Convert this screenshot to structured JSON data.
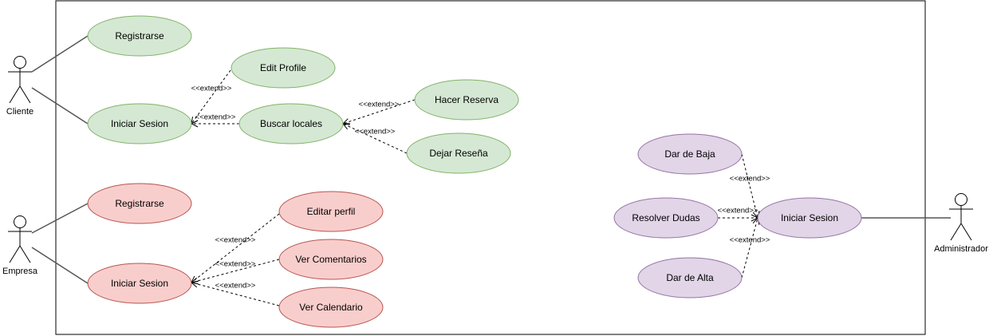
{
  "colors": {
    "green_fill": "#d5e8d4",
    "green_stroke": "#82b366",
    "red_fill": "#f8cecc",
    "red_stroke": "#b85450",
    "purple_fill": "#e1d5e7",
    "purple_stroke": "#9673a6",
    "line": "#000000",
    "association": "#555555"
  },
  "actors": [
    {
      "id": "cliente",
      "label": "Cliente"
    },
    {
      "id": "empresa",
      "label": "Empresa"
    },
    {
      "id": "administrador",
      "label": "Administrador"
    }
  ],
  "use_cases": [
    {
      "id": "c_registrarse",
      "label": "Registrarse",
      "color": "green"
    },
    {
      "id": "c_iniciar",
      "label": "Iniciar Sesion",
      "color": "green"
    },
    {
      "id": "c_edit_profile",
      "label": "Edit Profile",
      "color": "green"
    },
    {
      "id": "c_buscar",
      "label": "Buscar locales",
      "color": "green"
    },
    {
      "id": "c_reserva",
      "label": "Hacer Reserva",
      "color": "green"
    },
    {
      "id": "c_resena",
      "label": "Dejar Reseña",
      "color": "green"
    },
    {
      "id": "e_registrarse",
      "label": "Registrarse",
      "color": "red"
    },
    {
      "id": "e_iniciar",
      "label": "Iniciar Sesion",
      "color": "red"
    },
    {
      "id": "e_editar",
      "label": "Editar perfil",
      "color": "red"
    },
    {
      "id": "e_comentarios",
      "label": "Ver Comentarios",
      "color": "red"
    },
    {
      "id": "e_calendario",
      "label": "Ver Calendario",
      "color": "red"
    },
    {
      "id": "a_baja",
      "label": "Dar de Baja",
      "color": "purple"
    },
    {
      "id": "a_dudas",
      "label": "Resolver Dudas",
      "color": "purple"
    },
    {
      "id": "a_alta",
      "label": "Dar de Alta",
      "color": "purple"
    },
    {
      "id": "a_iniciar",
      "label": "Iniciar Sesion",
      "color": "purple"
    }
  ],
  "associations": [
    {
      "actor": "cliente",
      "use_case": "c_registrarse"
    },
    {
      "actor": "cliente",
      "use_case": "c_iniciar"
    },
    {
      "actor": "empresa",
      "use_case": "e_registrarse"
    },
    {
      "actor": "empresa",
      "use_case": "e_iniciar"
    },
    {
      "actor": "administrador",
      "use_case": "a_iniciar"
    }
  ],
  "extends": [
    {
      "from": "c_edit_profile",
      "to": "c_iniciar",
      "label": "<<extend>>"
    },
    {
      "from": "c_buscar",
      "to": "c_iniciar",
      "label": "<<extend>>"
    },
    {
      "from": "c_reserva",
      "to": "c_buscar",
      "label": "<<extend>>"
    },
    {
      "from": "c_resena",
      "to": "c_buscar",
      "label": "<<extend>>"
    },
    {
      "from": "e_editar",
      "to": "e_iniciar",
      "label": "<<extend>>"
    },
    {
      "from": "e_comentarios",
      "to": "e_iniciar",
      "label": "<<extend>>"
    },
    {
      "from": "e_calendario",
      "to": "e_iniciar",
      "label": "<<extend>>"
    },
    {
      "from": "a_baja",
      "to": "a_iniciar",
      "label": "<<extend>>"
    },
    {
      "from": "a_dudas",
      "to": "a_iniciar",
      "label": "<<extend>>"
    },
    {
      "from": "a_alta",
      "to": "a_iniciar",
      "label": "<<extend>>"
    }
  ]
}
